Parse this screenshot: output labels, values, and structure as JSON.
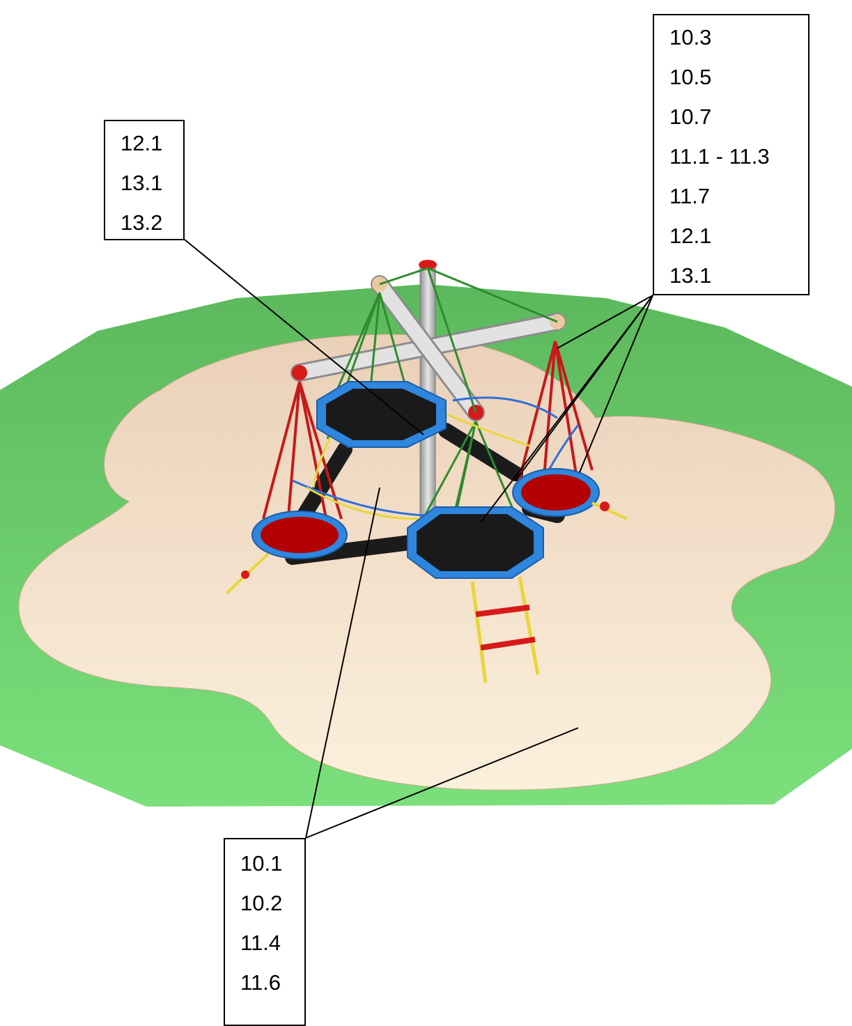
{
  "callouts": {
    "left": [
      "12.1",
      "13.1",
      "13.2"
    ],
    "right": [
      "10.3",
      "10.5",
      "10.7",
      "11.1 - 11.3",
      "11.7",
      "12.1",
      "13.1"
    ],
    "bottom": [
      "10.1",
      "10.2",
      "11.4",
      "11.6"
    ]
  },
  "colors": {
    "grass": "#6cc96c",
    "sand": "#f1dcc4",
    "frame_blue": "#2e86de",
    "seat_red": "#b30000",
    "seat_black": "#1a1a1a",
    "pole_grey": "#b9b9b9",
    "rope_green": "#2e8b2e",
    "rope_red": "#c41a1a",
    "rope_yellow": "#e8d63a",
    "leader_line": "#000000"
  }
}
